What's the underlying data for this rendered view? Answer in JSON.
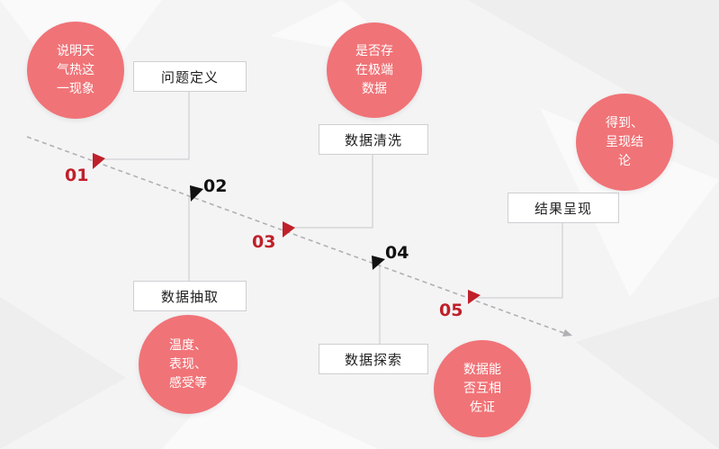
{
  "steps": [
    {
      "number": "01",
      "title": "问题定义",
      "note": "说明天\n气热这\n一现象",
      "accent": "#c0202a"
    },
    {
      "number": "02",
      "title": "数据抽取",
      "note": "温度、\n表现、\n感受等",
      "accent": "#111111"
    },
    {
      "number": "03",
      "title": "数据清洗",
      "note": "是否存\n在极端\n数据",
      "accent": "#c0202a"
    },
    {
      "number": "04",
      "title": "数据探索",
      "note": "数据能\n否互相\n佐证",
      "accent": "#111111"
    },
    {
      "number": "05",
      "title": "结果呈现",
      "note": "得到、\n呈现结\n论",
      "accent": "#c0202a"
    }
  ],
  "colors": {
    "circle": "#f07377",
    "red": "#c0202a",
    "dark": "#111111",
    "line": "#b0b0b4"
  }
}
